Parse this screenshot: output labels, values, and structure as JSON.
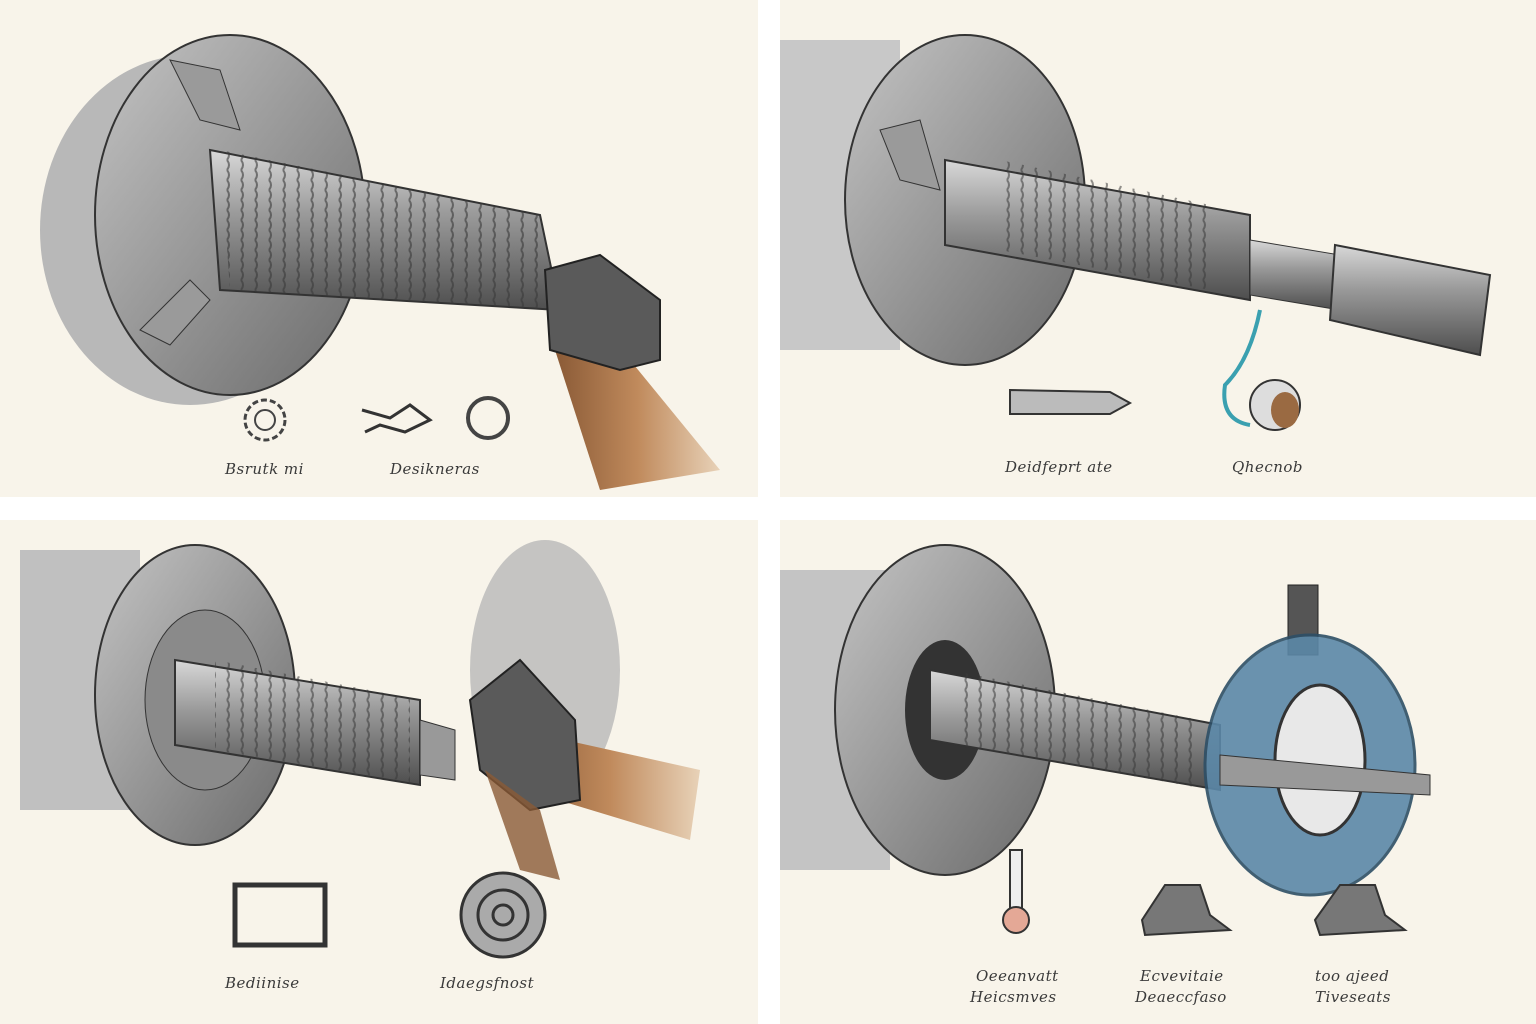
{
  "panels": [
    {
      "labels": [
        "Bsrutk mi",
        "Desikneras"
      ]
    },
    {
      "labels": [
        "Deidfeprt ate",
        "Qhecnob"
      ]
    },
    {
      "labels": [
        "Bediinise",
        "Idaegsfnost"
      ]
    },
    {
      "labels": [
        "Oeeanvatt",
        "Heicsmves",
        "Ecvevitaie",
        "Deaeccfaso",
        "too ajeed",
        "Tiveseats"
      ]
    }
  ],
  "colors": {
    "paper": "#f8f4ea",
    "steel": "#8a8a8a",
    "wood": "#b07a52",
    "blue": "#5b88a8",
    "teal": "#3aa0b0"
  }
}
